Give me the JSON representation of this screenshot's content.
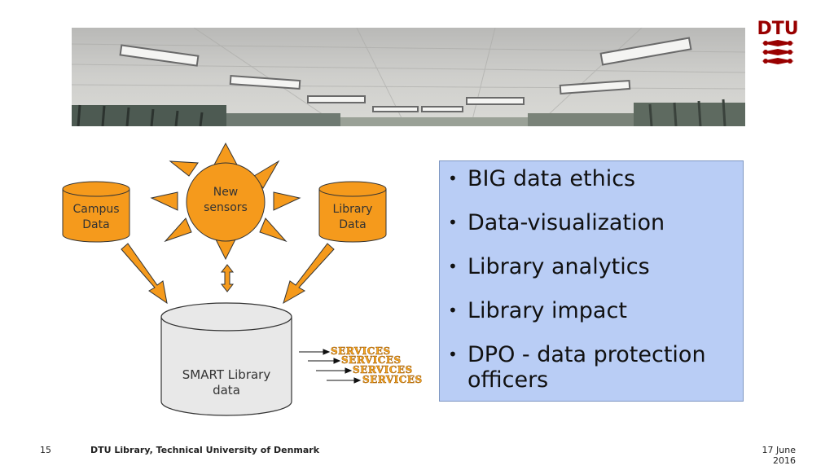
{
  "logo": {
    "text": "DTU",
    "color": "#990000"
  },
  "diagram": {
    "campus_cylinder": "Campus\nData",
    "library_cylinder": "Library\nData",
    "sun_label": "New\nsensors",
    "smart_cylinder": "SMART Library\ndata",
    "services_label": "SERVICES",
    "colors": {
      "orange": "#f59a1c",
      "services": "#f5a623",
      "db_fill": "#e8e8e8",
      "outline": "#333333"
    }
  },
  "bullets": [
    "BIG data ethics",
    "Data-visualization",
    "Library analytics",
    "Library impact",
    "DPO - data protection officers"
  ],
  "bullet_box_color": "#b9cdf5",
  "footer": {
    "page_number": "15",
    "institution": "DTU Library, Technical University of Denmark",
    "date": "17 June 2016"
  }
}
